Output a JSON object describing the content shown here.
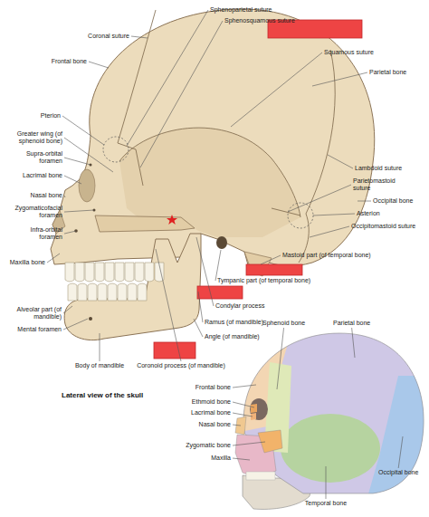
{
  "diagram": {
    "title": "Lateral view of the skull",
    "labels": [
      "Sphenoparietal suture",
      "Sphenosquamous suture",
      "Coronal suture",
      "Squamous suture",
      "Frontal bone",
      "Parietal bone",
      "Pterion",
      "Greater wing (of sphenoid bone)",
      "Supra-orbital foramen",
      "Lacrimal bone",
      "Nasal bone",
      "Zygomaticofacial foramen",
      "Infra-orbital foramen",
      "Maxilla bone",
      "Alveolar part (of mandible)",
      "Mental foramen",
      "Body of mandible",
      "Coronoid process (of mandible)",
      "Angle (of mandible)",
      "Ramus (of mandible)",
      "Condylar process",
      "Tympanic part (of temporal bone)",
      "Mastoid part (of temporal bone)",
      "Lambdoid suture",
      "Parietomastoid suture",
      "Occipital bone",
      "Asterion",
      "Occipitomastoid suture",
      "Sphenoid bone",
      "Parietal bone",
      "Frontal bone",
      "Ethmoid bone",
      "Lacrimal bone",
      "Nasal bone",
      "Zygomatic bone",
      "Maxilla",
      "Occipital bone",
      "Temporal bone"
    ]
  }
}
